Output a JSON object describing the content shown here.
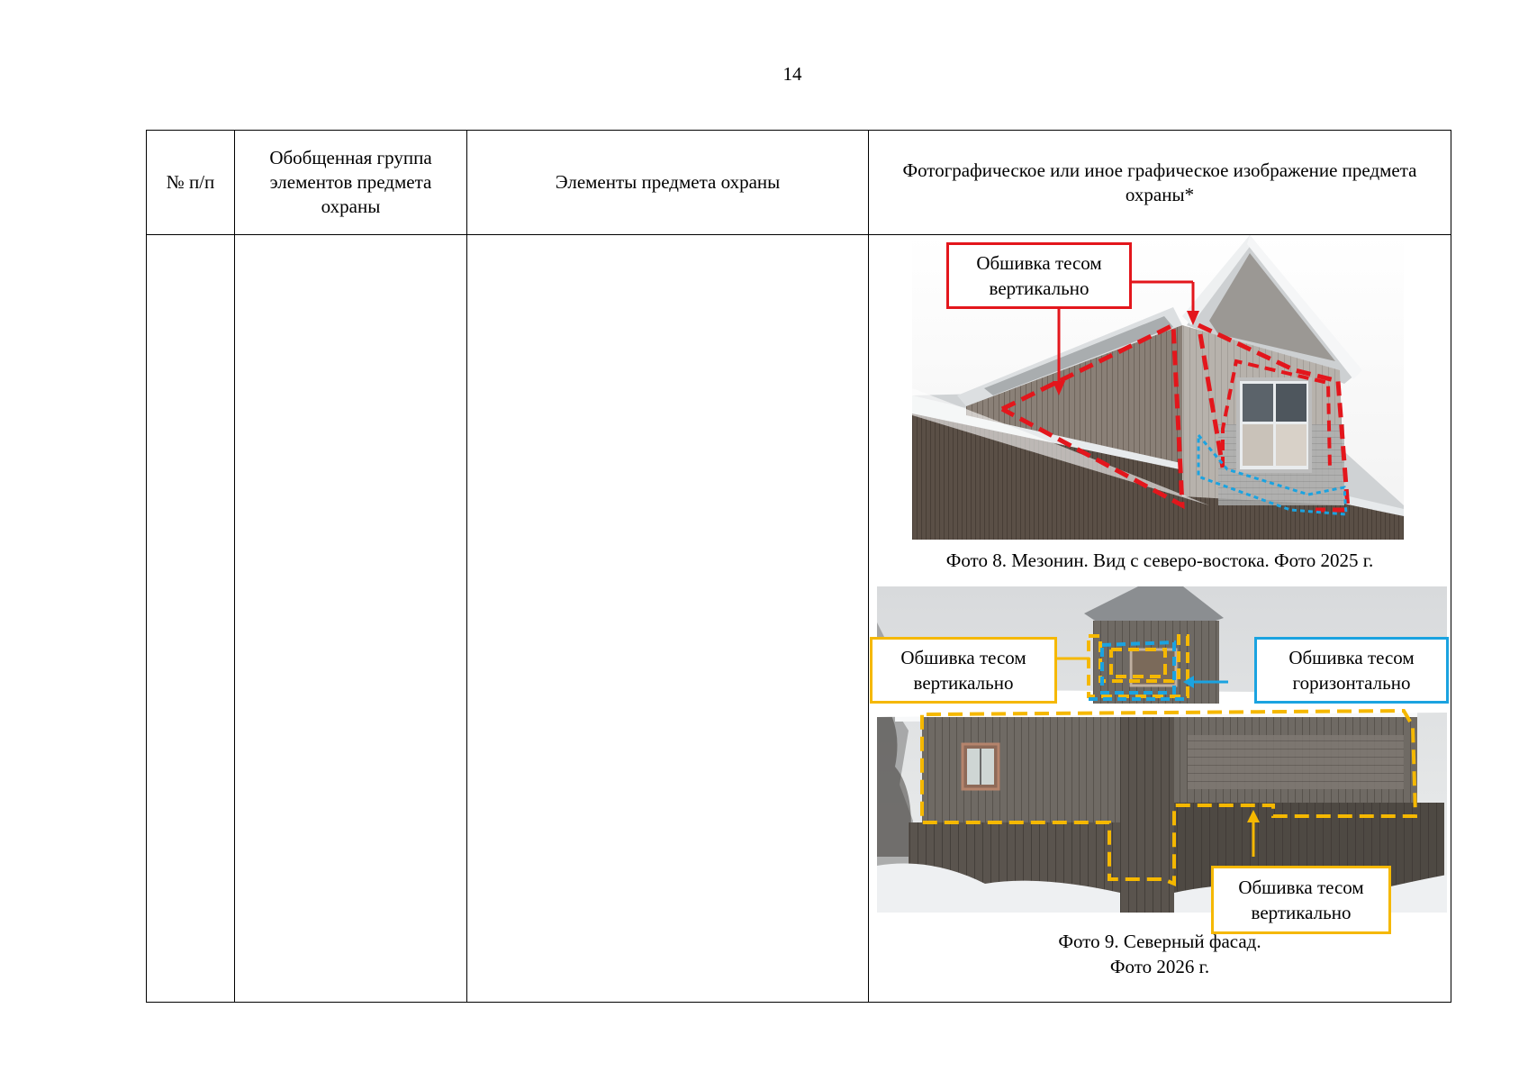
{
  "page": {
    "number": "14"
  },
  "table": {
    "headers": [
      "№ п/п",
      "Обобщенная группа элементов предмета охраны",
      "Элементы предмета охраны",
      "Фотографическое или иное графическое изображение предмета охраны*"
    ]
  },
  "photo8": {
    "label_line1": "Обшивка тесом",
    "label_line2": "вертикально",
    "caption": "Фото 8. Мезонин. Вид с северо-востока. Фото 2025 г."
  },
  "photo9": {
    "label_left_line1": "Обшивка тесом",
    "label_left_line2": "вертикально",
    "label_right_line1": "Обшивка тесом",
    "label_right_line2": "горизонтально",
    "label_bottom_line1": "Обшивка тесом",
    "label_bottom_line2": "вертикально",
    "caption_line1": "Фото 9. Северный фасад.",
    "caption_line2": "Фото 2026 г."
  },
  "colors": {
    "red": "#e3161c",
    "yellow": "#f5b800",
    "blue": "#1ba3e0"
  }
}
